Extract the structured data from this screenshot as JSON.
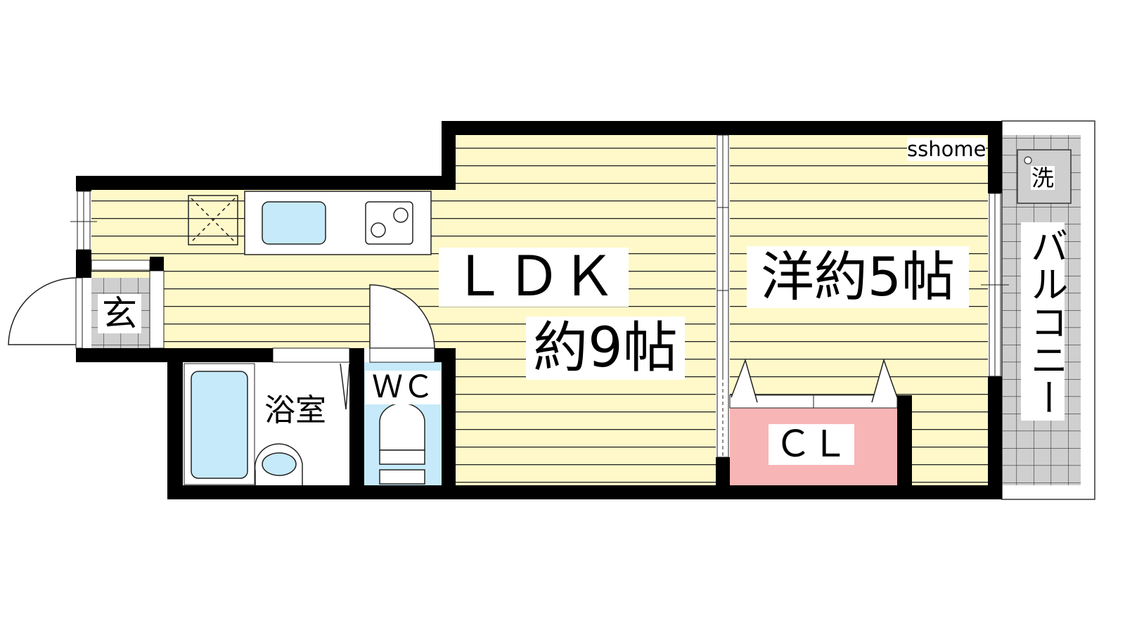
{
  "watermark": "sshome",
  "rooms": {
    "ldk_line1": "ＬＤＫ",
    "ldk_line2": "約9帖",
    "western": "洋約5帖",
    "bath": "浴室",
    "wc": "ＷＣ",
    "entrance": "玄",
    "closet": "ＣＬ",
    "balcony": "バルコニー",
    "washer": "洗"
  },
  "colors": {
    "floor": "#fff9c9",
    "wall": "#000000",
    "water": "#c6eaf9",
    "closet": "#f8b5b5",
    "tile": "#cfcfcf"
  }
}
